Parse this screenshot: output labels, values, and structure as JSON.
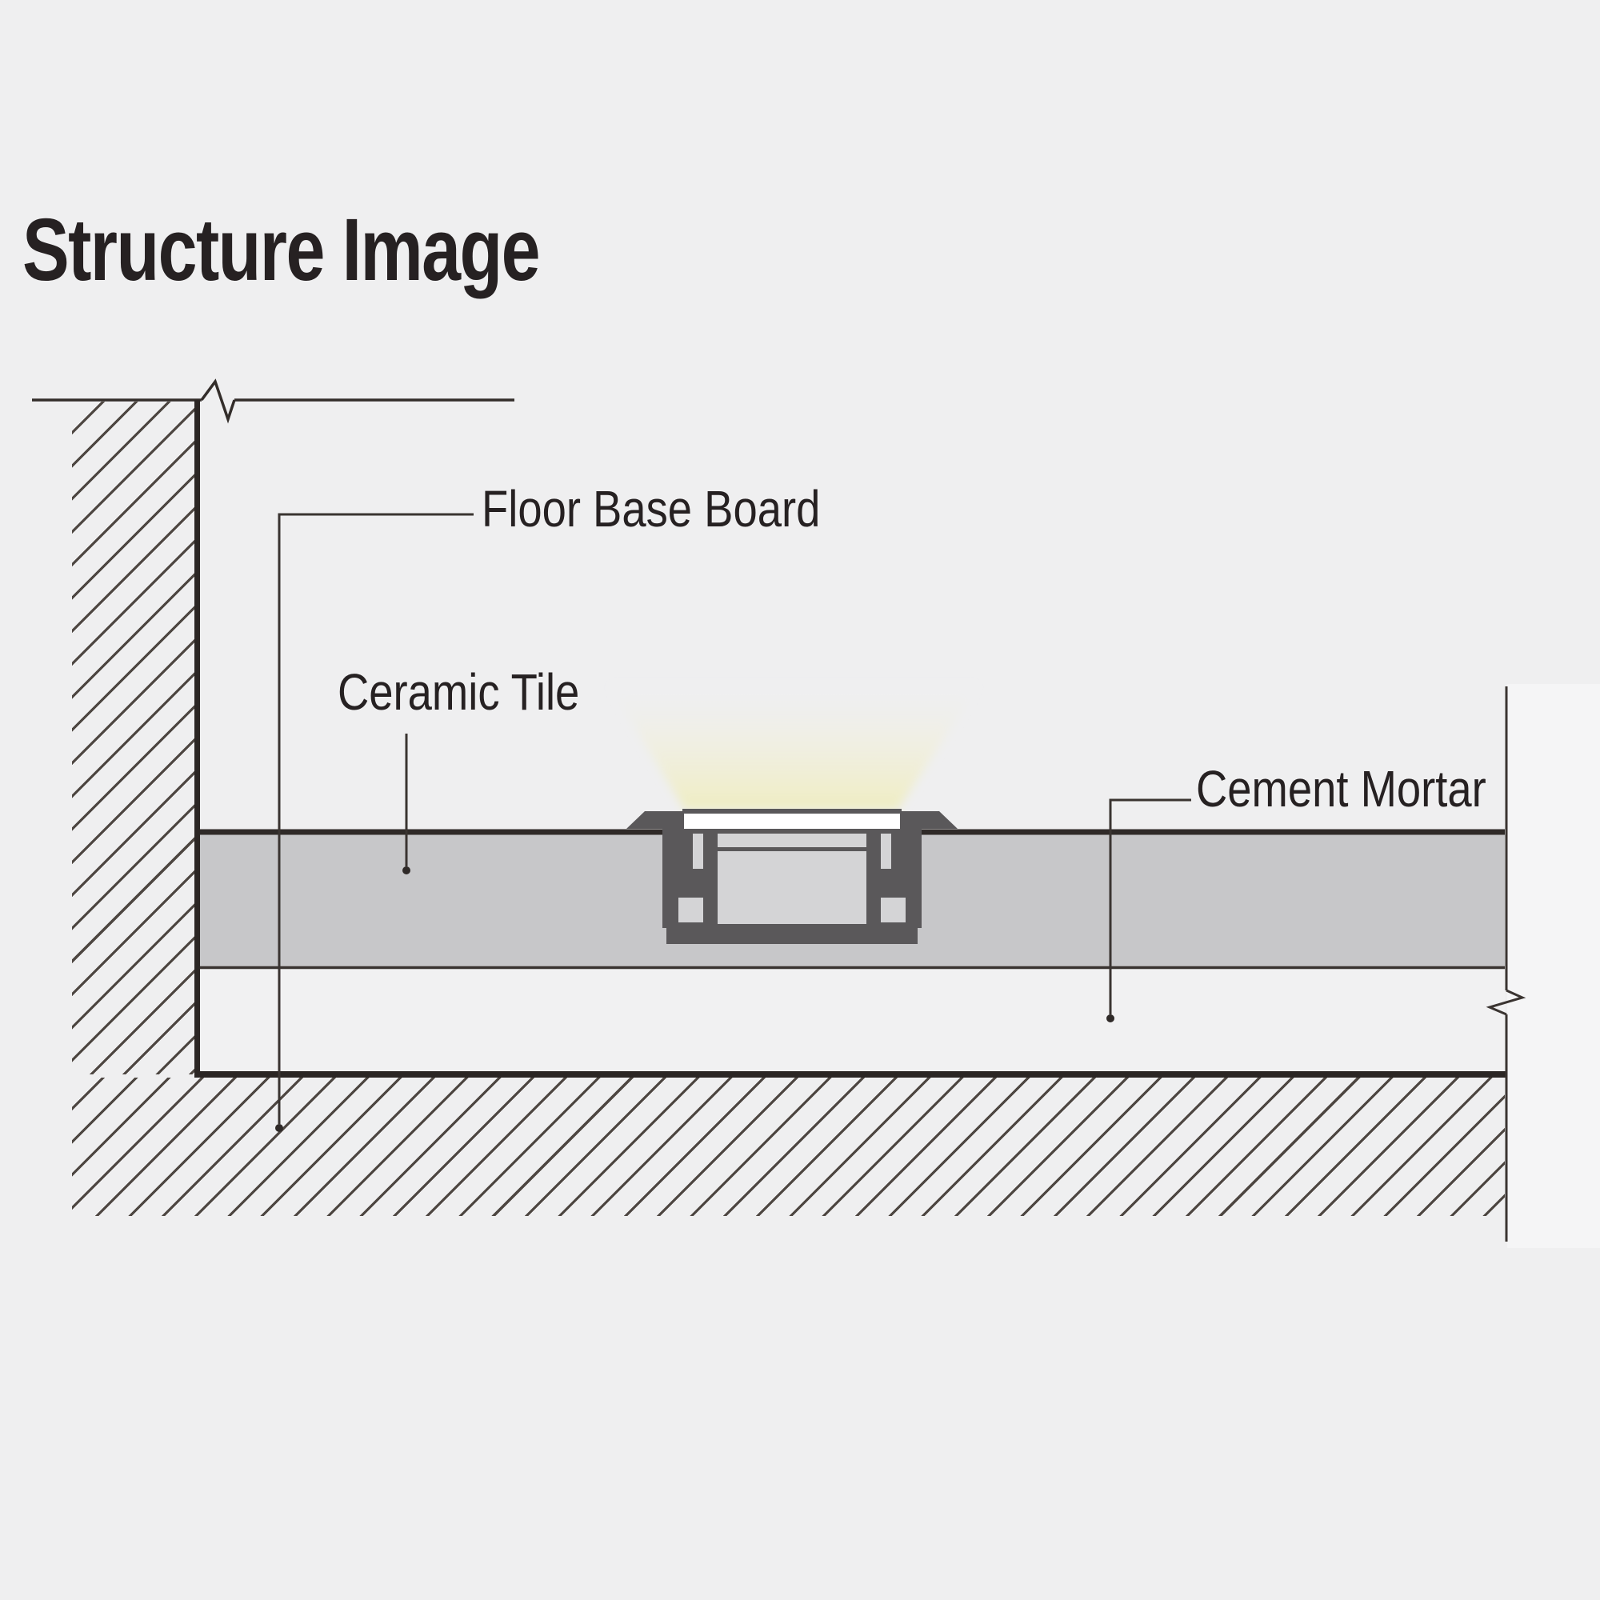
{
  "title": "Structure Image",
  "labels": {
    "floor_base_board": "Floor Base Board",
    "ceramic_tile": "Ceramic Tile",
    "cement_mortar": "Cement Mortar"
  },
  "colors": {
    "background": "#efeff0",
    "line_dark": "#332d2a",
    "text": "#262122",
    "hatch": "#4d4641",
    "tile_fill": "#c7c7c9",
    "mortar_fill": "#f1f1f2",
    "profile_body": "#5a585a",
    "profile_inner": "#d4d4d6",
    "diffuser": "#ffffff",
    "glow": "#efedc0"
  }
}
